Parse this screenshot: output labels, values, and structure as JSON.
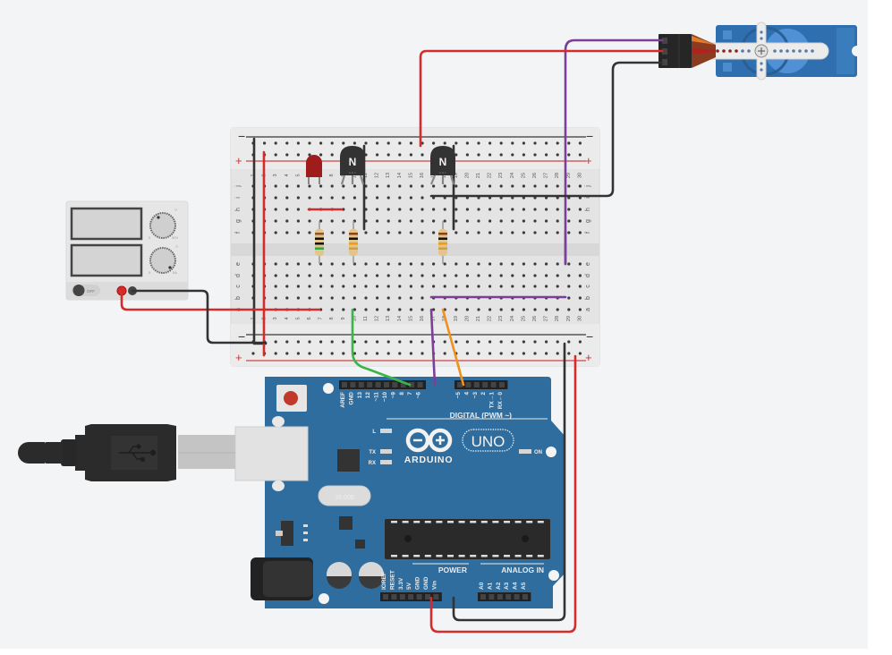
{
  "workspace": {
    "background": "#f3f4f6"
  },
  "power_supply": {
    "switch_label": "OFF",
    "knob_voltage": {
      "label_icon": "V",
      "min_label": "0",
      "max_label": "30V"
    },
    "knob_current": {
      "label_icon": "A",
      "min_label": "0",
      "max_label": "5A"
    }
  },
  "breadboard": {
    "rail_minus": "−",
    "rail_plus": "+",
    "top_rows": [
      "j",
      "i",
      "h",
      "g",
      "f"
    ],
    "bottom_rows": [
      "e",
      "d",
      "c",
      "b",
      "a"
    ],
    "columns": [
      "1",
      "2",
      "3",
      "4",
      "5",
      "6",
      "7",
      "8",
      "9",
      "10",
      "11",
      "12",
      "13",
      "14",
      "15",
      "16",
      "17",
      "18",
      "19",
      "20",
      "21",
      "22",
      "23",
      "24",
      "25",
      "26",
      "27",
      "28",
      "29",
      "30"
    ]
  },
  "components": {
    "transistor_1": {
      "label": "N",
      "pins": "E B C"
    },
    "transistor_2": {
      "label": "N",
      "pins": "E B C"
    },
    "led": {
      "color": "#a01c1c"
    }
  },
  "arduino": {
    "model_logo": "UNO",
    "brand": "ARDUINO",
    "digital_header_title": "DIGITAL (PWM ~)",
    "digital_pins": [
      "AREF",
      "GND",
      "13",
      "12",
      "~11",
      "~10",
      "~9",
      "8",
      "7",
      "~6",
      "~5",
      "4",
      "~3",
      "2",
      "TX→1",
      "RX←0"
    ],
    "power_header_title": "POWER",
    "power_pins": [
      "IOREF",
      "RESET",
      "3.3V",
      "5V",
      "GND",
      "GND",
      "Vin"
    ],
    "analog_header_title": "ANALOG IN",
    "analog_pins": [
      "A0",
      "A1",
      "A2",
      "A3",
      "A4",
      "A5"
    ],
    "led_labels": {
      "l": "L",
      "tx": "TX",
      "rx": "RX",
      "on": "ON"
    },
    "crystal_label": "16.000"
  },
  "wire_colors": {
    "red": "#d62b2b",
    "black": "#333333",
    "purple": "#7c3f98",
    "green": "#3bb54a",
    "orange": "#f0901e"
  }
}
